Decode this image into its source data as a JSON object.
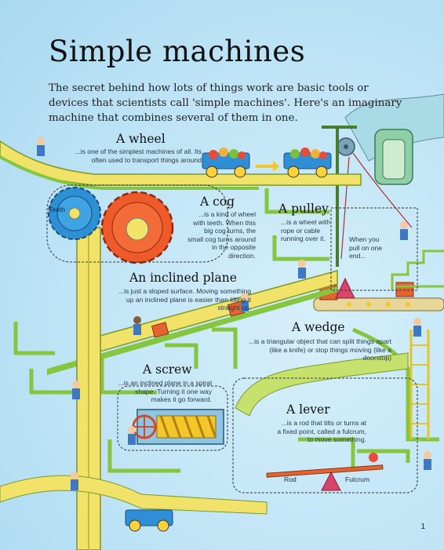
{
  "page": {
    "title": "Simple machines",
    "intro": "The secret behind how lots of things work are basic tools or devices that scientists call 'simple machines'. Here's an imaginary machine that combines several of them in one.",
    "page_number": "1"
  },
  "machines": {
    "wheel": {
      "heading": "A wheel",
      "text": "...is one of the simplest machines of all. Its often used to transport things around"
    },
    "cog": {
      "heading": "A cog",
      "text": "...is a kind of wheel with teeth. When this big cog turns, the small cog turns around in the opposite direction.",
      "teeth_label": "Teeth"
    },
    "pulley": {
      "heading": "A pulley",
      "text": "...is a wheel with rope or cable running over it.",
      "note": "When you pull on one end..."
    },
    "inclined_plane": {
      "heading": "An inclined plane",
      "text": "...is just a sloped surface. Moving something up an inclined plane is easier than lifting it straight up."
    },
    "wedge": {
      "heading": "A wedge",
      "text": "...is a triangular object that can split things apart (like a knife) or stop things moving (like a doorstop)"
    },
    "screw": {
      "heading": "A screw",
      "text": "...is an inclined plane in a spiral shape. Turning it one way makes it go forward."
    },
    "lever": {
      "heading": "A lever",
      "text": "...is a rod that tilts or turns at a fixed point, called a fulcrum, to move something.",
      "rod_label": "Rod",
      "fulcrum_label": "Fulcrum"
    }
  },
  "colors": {
    "background": "#bfe4f6",
    "track_yellow": "#f1e36a",
    "track_green": "#86c63f",
    "cog_red": "#ee5a2a",
    "cog_blue": "#2d8fd4",
    "box_orange": "#e4632e",
    "dotted_box": "#333333"
  }
}
